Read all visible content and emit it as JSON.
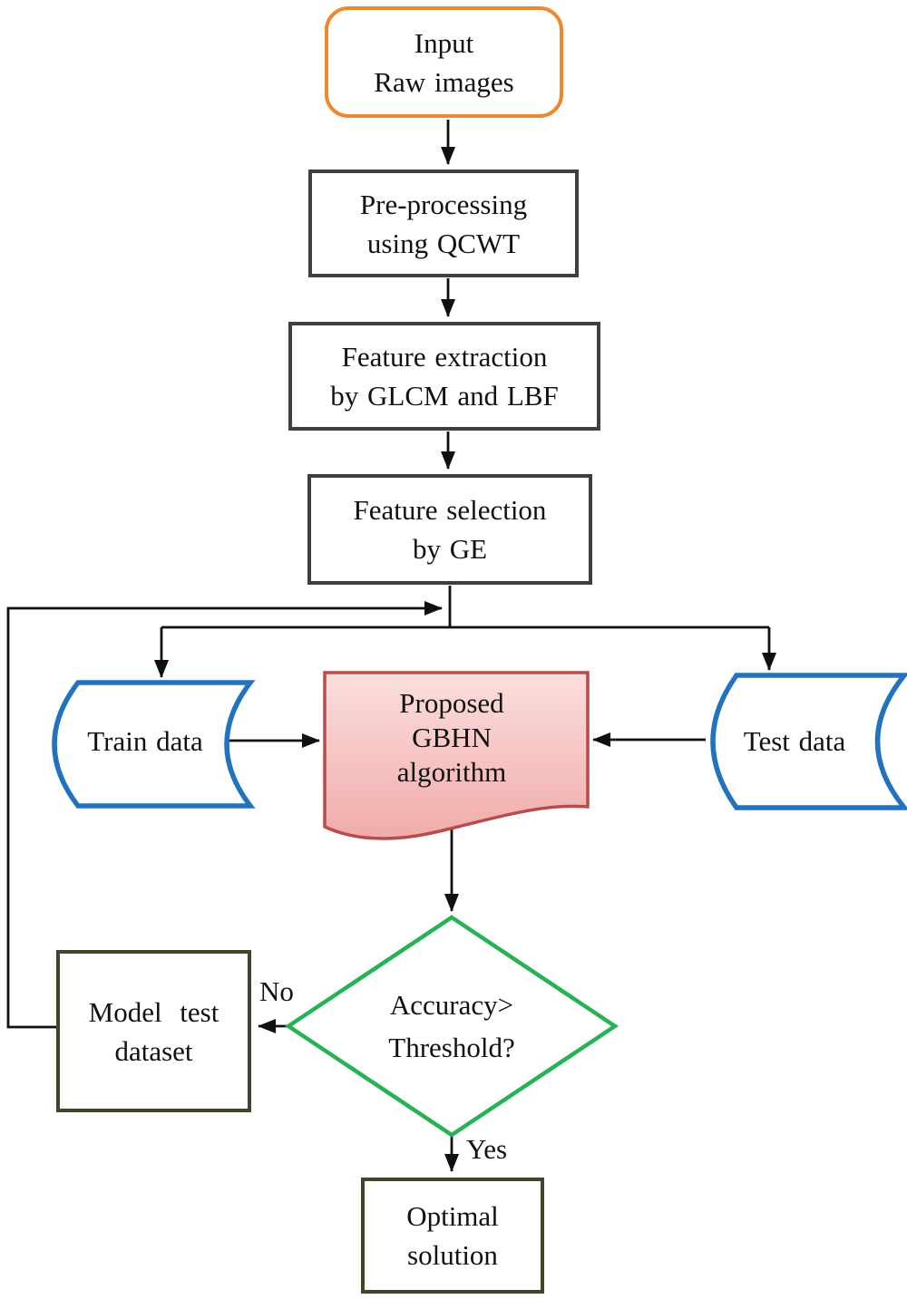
{
  "diagram": {
    "type": "flowchart",
    "nodes": {
      "input": {
        "label": "Input\nRaw images",
        "shape": "rounded-rectangle"
      },
      "preprocessing": {
        "label": "Pre-processing\nusing QCWT",
        "shape": "rectangle"
      },
      "feature_extraction": {
        "label": "Feature extraction\nby GLCM and LBF",
        "shape": "rectangle"
      },
      "feature_selection": {
        "label": "Feature selection\nby GE",
        "shape": "rectangle"
      },
      "train_data": {
        "label": "Train data",
        "shape": "stored-data"
      },
      "proposed_algorithm": {
        "label": "Proposed\nGBHN\nalgorithm",
        "shape": "document"
      },
      "test_data": {
        "label": "Test data",
        "shape": "stored-data"
      },
      "decision": {
        "label": "Accuracy>\nThreshold?",
        "shape": "diamond"
      },
      "model_test_dataset": {
        "label": "Model test\ndataset",
        "shape": "rectangle"
      },
      "optimal_solution": {
        "label": "Optimal\nsolution",
        "shape": "rectangle"
      }
    },
    "edge_labels": {
      "no": "No",
      "yes": "Yes"
    },
    "colors": {
      "background": "#FFFFFF",
      "connector": "#101010",
      "text": "#111111",
      "orange": "#F0872D",
      "gray": "#3F3F3F",
      "blue": "#2372BE",
      "red": "#B94B4B",
      "green": "#28B256",
      "olive": "#45432C",
      "doc_fill_top": "#FBDFDD",
      "doc_fill_bottom": "#F0ACAA"
    }
  }
}
